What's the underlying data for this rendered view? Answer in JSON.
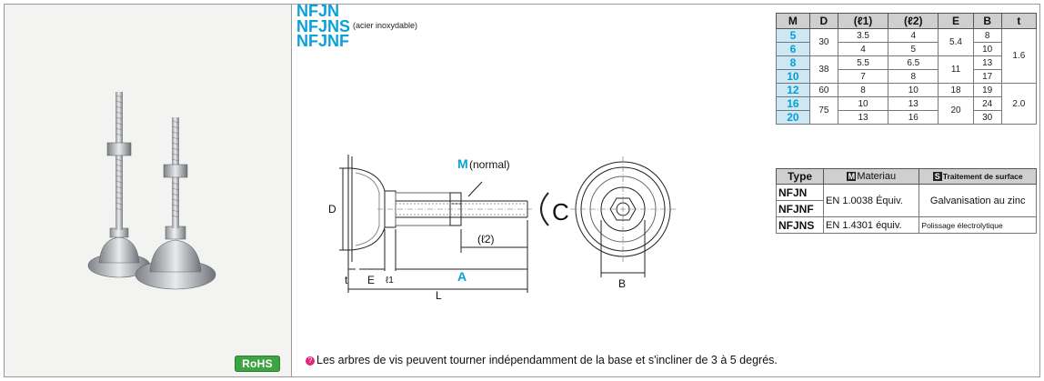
{
  "product": {
    "names": [
      "NFJN",
      "NFJNS",
      "NFJNF"
    ],
    "nfjns_note": "(acier inoxydable)"
  },
  "badge": "RoHS",
  "note": "Les arbres de vis peuvent tourner indépendamment de la base et s'incliner de 3 à 5 degrés.",
  "drawing": {
    "label_M": "M",
    "label_normal": "(normal)",
    "label_D": "D",
    "label_t": "t",
    "label_E": "E",
    "label_l1": "ℓ1",
    "label_A": "A",
    "label_L": "L",
    "label_l2": "(ℓ2)",
    "label_C": "C",
    "label_B": "B"
  },
  "dimension_table": {
    "headers": [
      "M",
      "D",
      "(ℓ1)",
      "(ℓ2)",
      "E",
      "B",
      "t"
    ],
    "rows": [
      {
        "M": "5",
        "D": "30",
        "l1": "3.5",
        "l2": "4",
        "E": "5.4",
        "B": "8",
        "t": "1.6"
      },
      {
        "M": "6",
        "l1": "4",
        "l2": "5",
        "B": "10"
      },
      {
        "M": "8",
        "D": "38",
        "l1": "5.5",
        "l2": "6.5",
        "E": "11",
        "B": "13"
      },
      {
        "M": "10",
        "l1": "7",
        "l2": "8",
        "B": "17"
      },
      {
        "M": "12",
        "D": "60",
        "l1": "8",
        "l2": "10",
        "E": "18",
        "B": "19",
        "t": "2.0"
      },
      {
        "M": "16",
        "D": "75",
        "l1": "10",
        "l2": "13",
        "E": "20",
        "B": "24"
      },
      {
        "M": "20",
        "l1": "13",
        "l2": "16",
        "B": "30"
      }
    ]
  },
  "material_table": {
    "headers": {
      "type": "Type",
      "material_key": "M",
      "material": "Materiau",
      "surface_key": "S",
      "surface": "Traitement de surface"
    },
    "rows": [
      {
        "type": "NFJN",
        "material": "EN 1.0038 Équiv.",
        "surface": "Galvanisation au zinc"
      },
      {
        "type": "NFJNF"
      },
      {
        "type": "NFJNS",
        "material": "EN 1.4301 équiv.",
        "surface": "Polissage électrolytique"
      }
    ]
  }
}
